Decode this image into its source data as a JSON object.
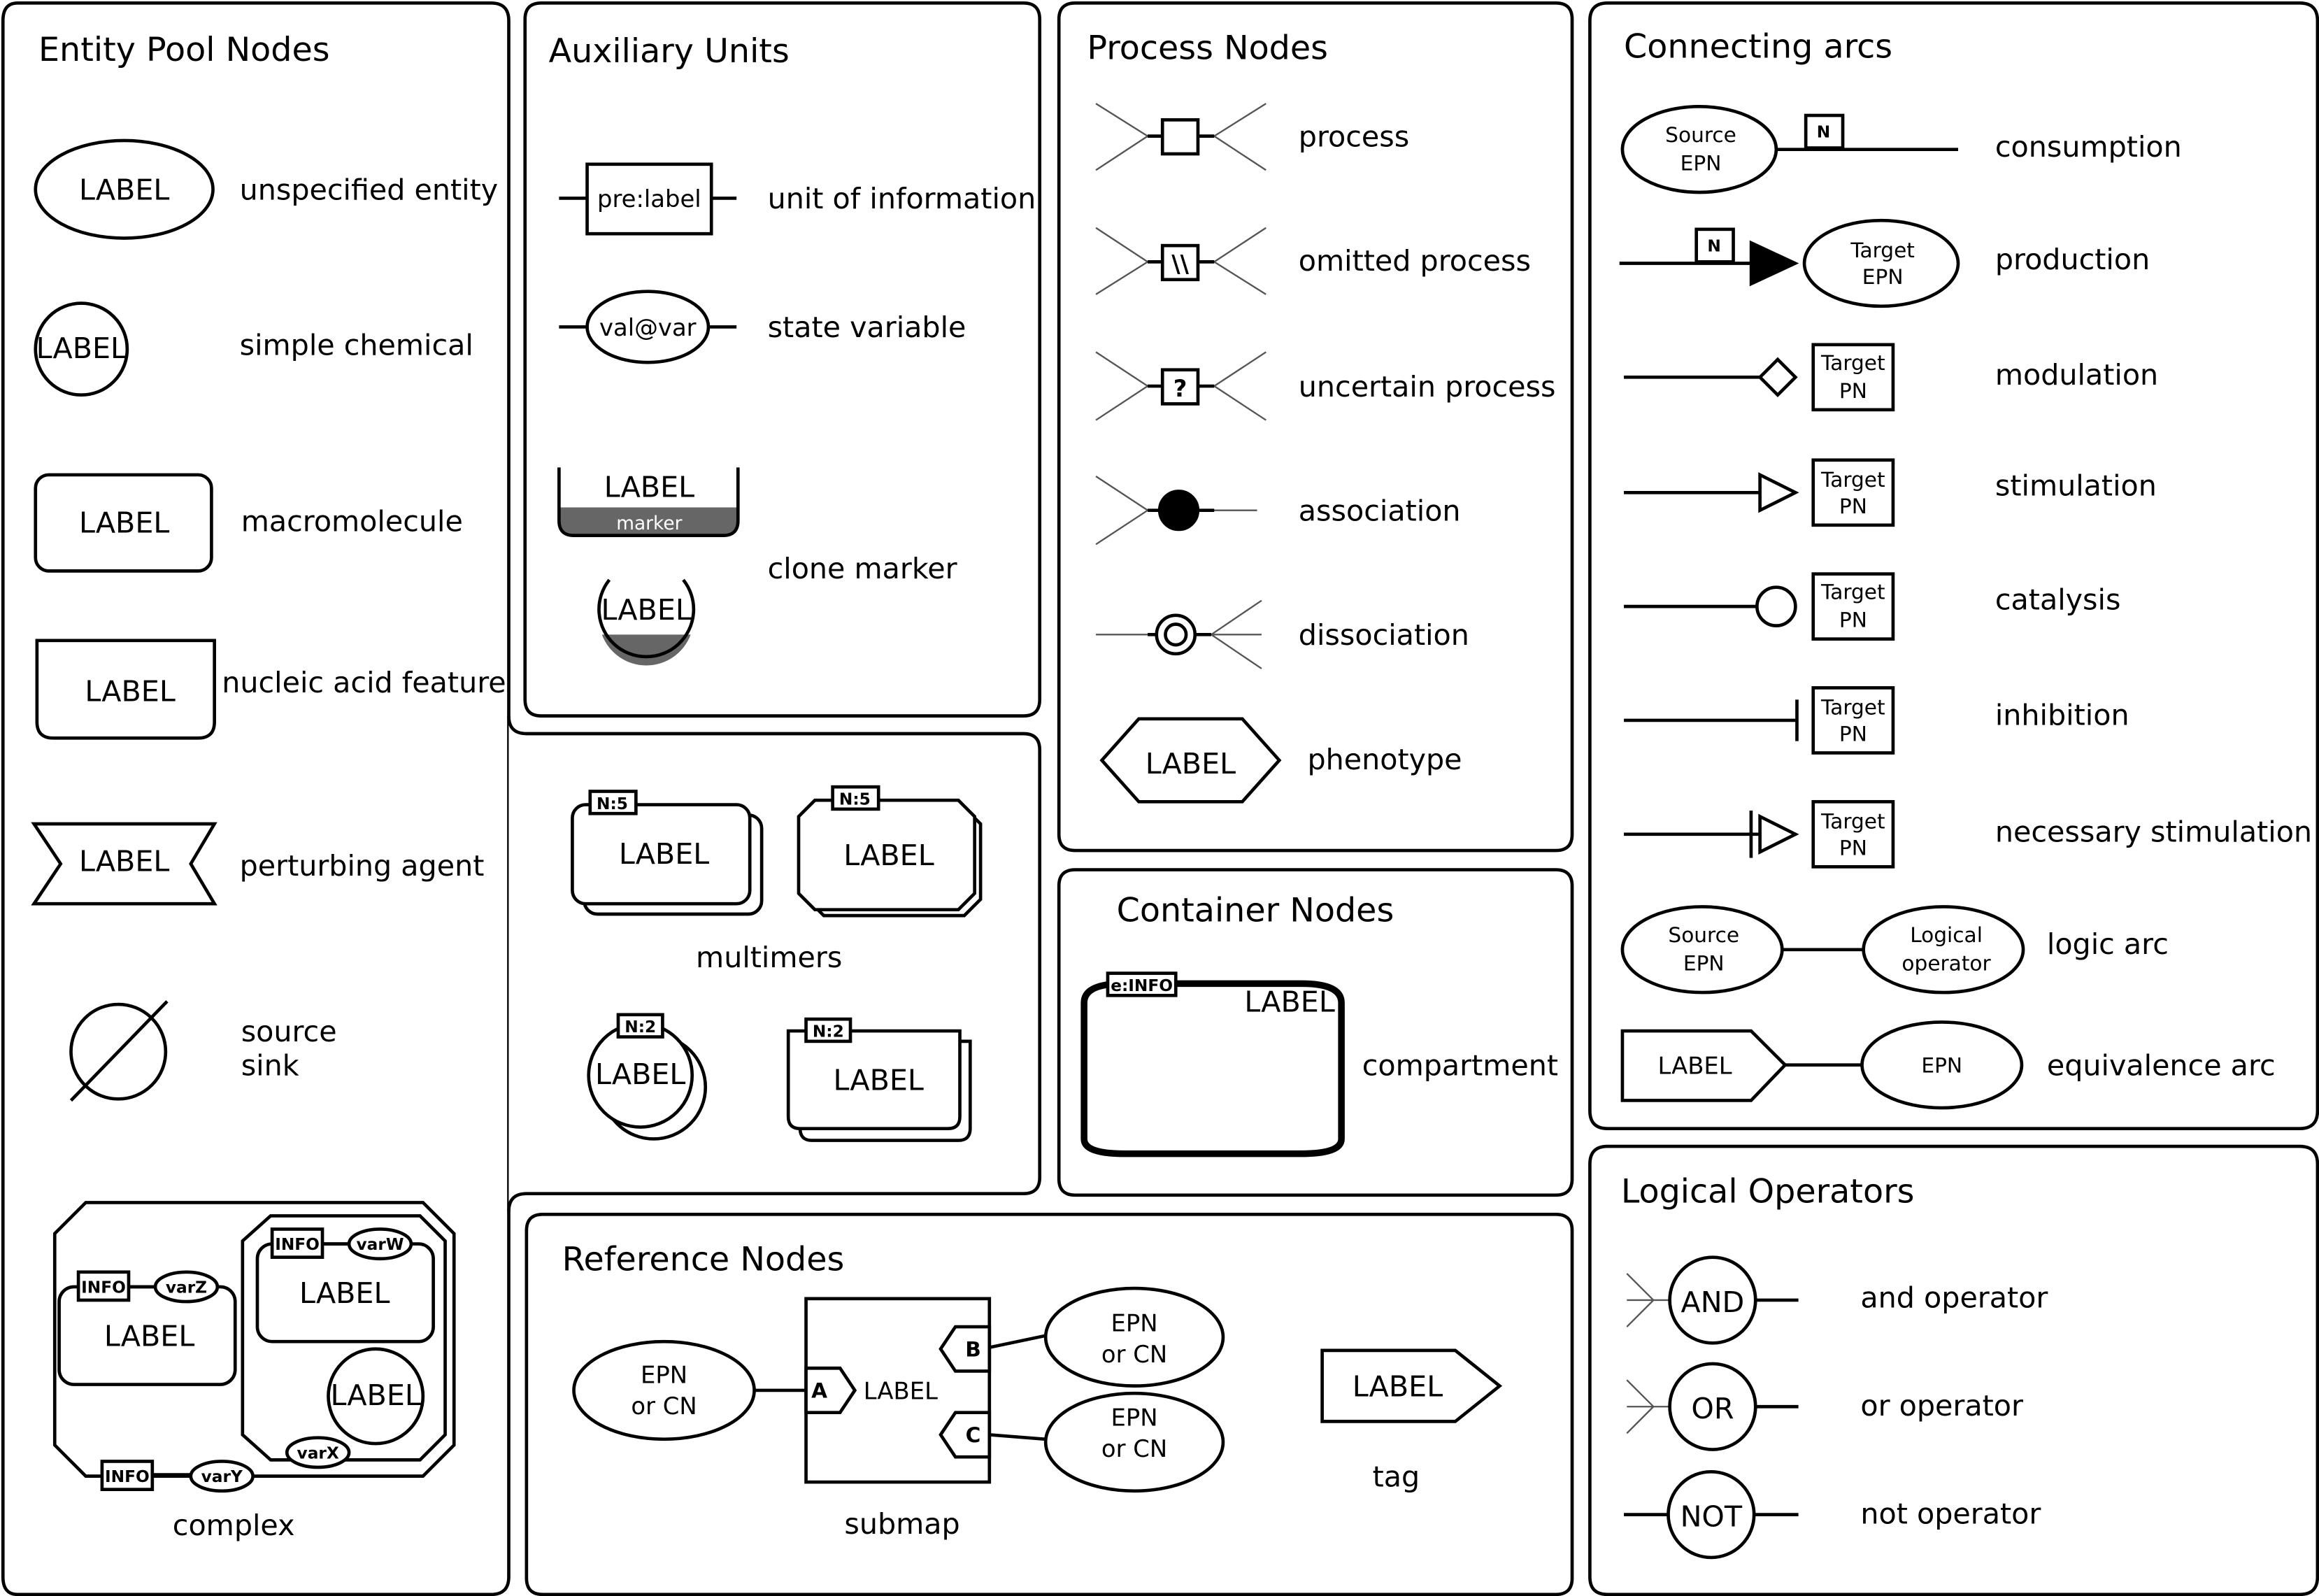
{
  "panels": {
    "entity_pool": {
      "title": "Entity Pool Nodes",
      "glyph_label": "LABEL",
      "items": [
        "unspecified entity",
        "simple chemical",
        "macromolecule",
        "nucleic acid feature",
        "perturbing agent",
        "source",
        "sink",
        "complex"
      ],
      "complex_tags": {
        "info": "INFO",
        "var_z": "varZ",
        "var_w": "varW",
        "var_x": "varX",
        "var_y": "varY"
      }
    },
    "auxiliary": {
      "title": "Auxiliary Units",
      "unit_glyph": "pre:label",
      "state_glyph": "val@var",
      "marker_text": "marker",
      "glyph_label": "LABEL",
      "items": [
        "unit of information",
        "state variable",
        "clone marker"
      ]
    },
    "multimers": {
      "caption": "multimers",
      "glyph_label": "LABEL",
      "card_n5": "N:5",
      "card_n2": "N:2"
    },
    "process": {
      "title": "Process Nodes",
      "omitted_mark": "\\\\",
      "uncertain_mark": "?",
      "glyph_label": "LABEL",
      "items": [
        "process",
        "omitted process",
        "uncertain process",
        "association",
        "dissociation",
        "phenotype"
      ]
    },
    "container": {
      "title": "Container Nodes",
      "info": "e:INFO",
      "glyph_label": "LABEL",
      "item": "compartment"
    },
    "reference": {
      "title": "Reference Nodes",
      "epn_line1": "EPN",
      "epn_line2": "or CN",
      "port_a": "A",
      "port_b": "B",
      "port_c": "C",
      "glyph_label": "LABEL",
      "submap": "submap",
      "tag": "tag"
    },
    "arcs": {
      "title": "Connecting arcs",
      "source": "Source",
      "target": "Target",
      "epn": "EPN",
      "pn": "PN",
      "n": "N",
      "logical": "Logical",
      "operator": "operator",
      "glyph_label": "LABEL",
      "items": [
        "consumption",
        "production",
        "modulation",
        "stimulation",
        "catalysis",
        "inhibition",
        "necessary stimulation",
        "logic arc",
        "equivalence arc"
      ]
    },
    "logical": {
      "title": "Logical Operators",
      "ops": [
        "AND",
        "OR",
        "NOT"
      ],
      "items": [
        "and operator",
        "or operator",
        "not operator"
      ]
    }
  }
}
